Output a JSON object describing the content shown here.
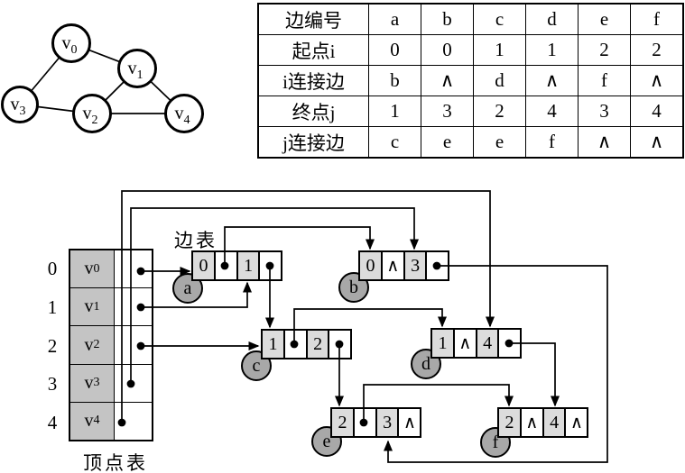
{
  "graph": {
    "vertices": [
      {
        "base": "v",
        "sub": "0"
      },
      {
        "base": "v",
        "sub": "1"
      },
      {
        "base": "v",
        "sub": "2"
      },
      {
        "base": "v",
        "sub": "3"
      },
      {
        "base": "v",
        "sub": "4"
      }
    ],
    "edges_by_vertex_index": [
      [
        0,
        1
      ],
      [
        0,
        3
      ],
      [
        1,
        2
      ],
      [
        1,
        4
      ],
      [
        3,
        2
      ],
      [
        2,
        4
      ]
    ]
  },
  "table": {
    "rows": [
      {
        "label": "边编号",
        "values": [
          "a",
          "b",
          "c",
          "d",
          "e",
          "f"
        ]
      },
      {
        "label": "起点i",
        "values": [
          "0",
          "0",
          "1",
          "1",
          "2",
          "2"
        ]
      },
      {
        "label": "i连接边",
        "values": [
          "b",
          "∧",
          "d",
          "∧",
          "f",
          "∧"
        ]
      },
      {
        "label": "终点j",
        "values": [
          "1",
          "3",
          "2",
          "4",
          "3",
          "4"
        ]
      },
      {
        "label": "j连接边",
        "values": [
          "c",
          "e",
          "e",
          "f",
          "∧",
          "∧"
        ]
      }
    ]
  },
  "diagram": {
    "edge_table_label": "边表",
    "vertex_table_label": "顶点表",
    "vertex_rows": [
      {
        "index": "0",
        "base": "v",
        "sub": "0",
        "first_edge": "a"
      },
      {
        "index": "1",
        "base": "v",
        "sub": "1",
        "first_edge": "a"
      },
      {
        "index": "2",
        "base": "v",
        "sub": "2",
        "first_edge": "c"
      },
      {
        "index": "3",
        "base": "v",
        "sub": "3",
        "first_edge": "b"
      },
      {
        "index": "4",
        "base": "v",
        "sub": "4",
        "first_edge": "d"
      }
    ],
    "edge_nodes": [
      {
        "name": "a",
        "i": "0",
        "j": "1",
        "ilink": {
          "type": "pointer",
          "to": "b"
        },
        "jlink": {
          "type": "pointer",
          "to": "c"
        }
      },
      {
        "name": "b",
        "i": "0",
        "j": "3",
        "ilink": {
          "type": "null",
          "glyph": "∧"
        },
        "jlink": {
          "type": "pointer",
          "to": "e"
        }
      },
      {
        "name": "c",
        "i": "1",
        "j": "2",
        "ilink": {
          "type": "pointer",
          "to": "d"
        },
        "jlink": {
          "type": "pointer",
          "to": "e"
        }
      },
      {
        "name": "d",
        "i": "1",
        "j": "4",
        "ilink": {
          "type": "null",
          "glyph": "∧"
        },
        "jlink": {
          "type": "pointer",
          "to": "f"
        }
      },
      {
        "name": "e",
        "i": "2",
        "j": "3",
        "ilink": {
          "type": "pointer",
          "to": "f"
        },
        "jlink": {
          "type": "null",
          "glyph": "∧"
        }
      },
      {
        "name": "f",
        "i": "2",
        "j": "4",
        "ilink": {
          "type": "null",
          "glyph": "∧"
        },
        "jlink": {
          "type": "null",
          "glyph": "∧"
        }
      }
    ]
  },
  "colors": {
    "vertex_cell_gray": "#c4c4c4",
    "node_value_gray": "#dcdcdc",
    "circle_gray": "#a8a8a8",
    "line_black": "#000000"
  }
}
